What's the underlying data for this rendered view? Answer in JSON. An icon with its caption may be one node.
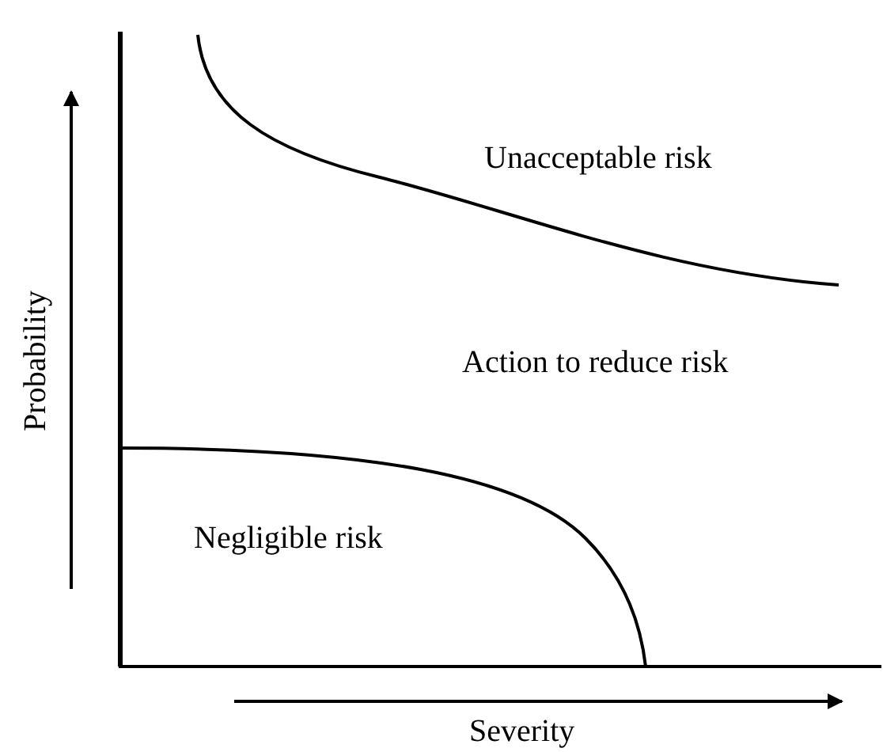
{
  "diagram": {
    "labels": [
      "Unacceptable risk",
      "Action to reduce risk",
      "Probability",
      "Negligible risk",
      "Severity"
    ]
  }
}
